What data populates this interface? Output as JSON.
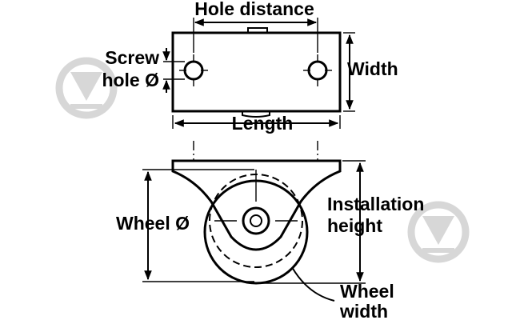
{
  "labels": {
    "hole_distance": "Hole distance",
    "screw_hole_line1": "Screw",
    "screw_hole_line2": "hole Ø",
    "width": "Width",
    "length": "Length",
    "wheel_diameter": "Wheel Ø",
    "installation_height_line1": "Installation",
    "installation_height_line2": "height",
    "wheel_width_line1": "Wheel",
    "wheel_width_line2": "width"
  },
  "colors": {
    "ink": "#000000",
    "background": "#ffffff",
    "watermark": "#d7d7d7"
  },
  "icons": {
    "watermark": "download-arrow-icon"
  }
}
